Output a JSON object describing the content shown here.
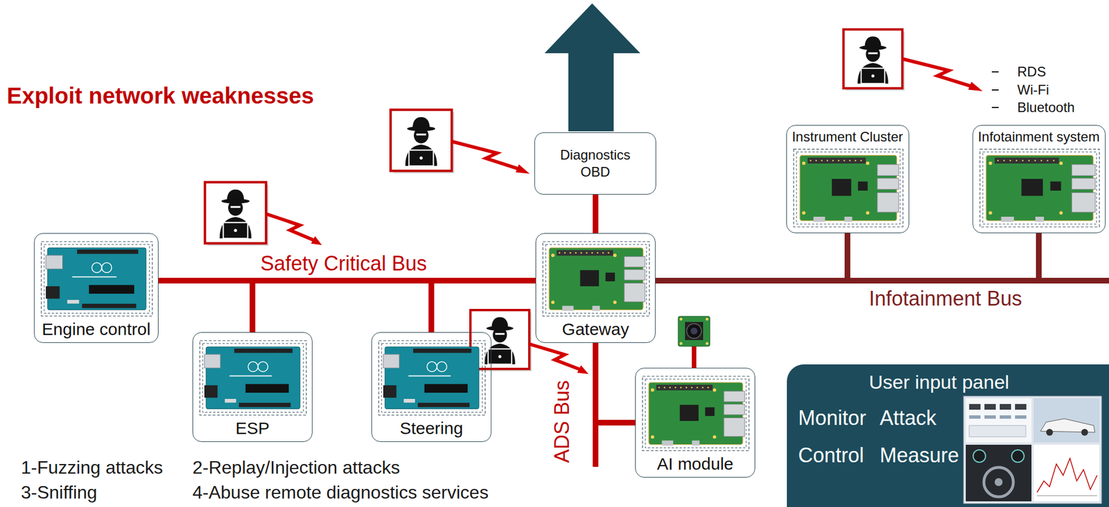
{
  "diagram": {
    "title": "Exploit network weaknesses",
    "nodes": [
      {
        "text": [
          "Diagnostics OBD"
        ]
      },
      {
        "text": [
          "Instrument Cluster"
        ]
      },
      {
        "text": [
          "Infotainment system"
        ]
      },
      {
        "text": [
          "Engine control"
        ]
      },
      {
        "text": [
          "Gateway"
        ]
      },
      {
        "text": [
          "ESP"
        ]
      },
      {
        "text": [
          "Steering"
        ]
      },
      {
        "text": [
          "AI module"
        ]
      },
      {
        "text": [
          "User input panel",
          "Monitor",
          "Attack",
          "Control",
          "Measure"
        ]
      }
    ],
    "edges": [
      {
        "from": 3,
        "to": 4,
        "arrow": "none"
      },
      {
        "from": 5,
        "to": 4,
        "arrow": "none"
      },
      {
        "from": 6,
        "to": 4,
        "arrow": "none"
      },
      {
        "from": 4,
        "to": 0,
        "arrow": "none"
      },
      {
        "from": 4,
        "to": 7,
        "arrow": "none"
      },
      {
        "from": 4,
        "to": 1,
        "arrow": "none"
      },
      {
        "from": 4,
        "to": 2,
        "arrow": "none"
      }
    ],
    "labels": [
      "Safety Critical Bus",
      "Infotainment Bus",
      "ADS Bus",
      "RDS",
      "Wi-Fi",
      "Bluetooth",
      "1-Fuzzing attacks",
      "2-Replay/Injection attacks",
      "3-Sniffing",
      "4-Abuse remote diagnostics services"
    ]
  }
}
